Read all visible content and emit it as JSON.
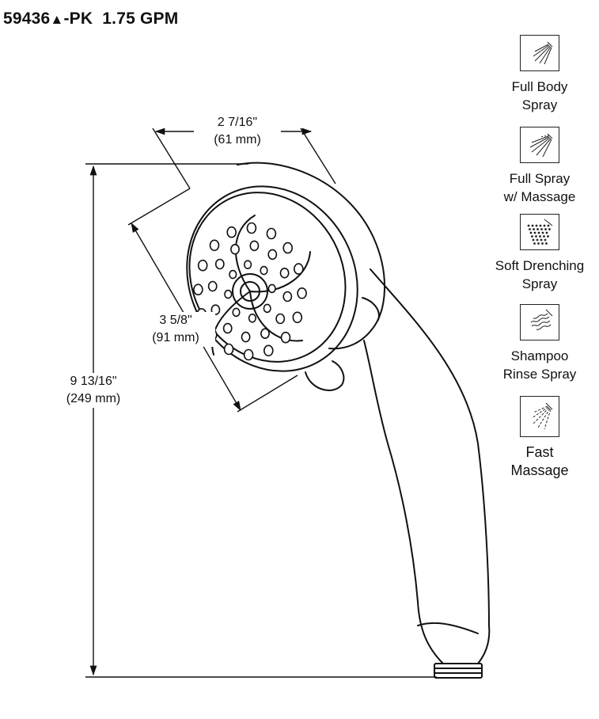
{
  "title": {
    "model": "59436",
    "marker": "▲",
    "suffix": "-PK",
    "flow": "1.75 GPM"
  },
  "dimensions": {
    "face_depth": {
      "inches": "2 7/16\"",
      "mm": "(61 mm)"
    },
    "face_diameter": {
      "inches": "3 5/8\"",
      "mm": "(91 mm)"
    },
    "overall_length": {
      "inches": "9 13/16\"",
      "mm": "(249 mm)"
    }
  },
  "spray_modes": [
    {
      "line1": "Full Body",
      "line2": "Spray",
      "icon": "full-body-spray-icon"
    },
    {
      "line1": "Full Spray",
      "line2": "w/ Massage",
      "icon": "full-spray-massage-icon"
    },
    {
      "line1": "Soft Drenching",
      "line2": "Spray",
      "icon": "soft-drenching-spray-icon"
    },
    {
      "line1": "Shampoo",
      "line2": "Rinse Spray",
      "icon": "shampoo-rinse-spray-icon"
    },
    {
      "line1": "Fast",
      "line2": "Massage",
      "icon": "fast-massage-icon"
    }
  ]
}
